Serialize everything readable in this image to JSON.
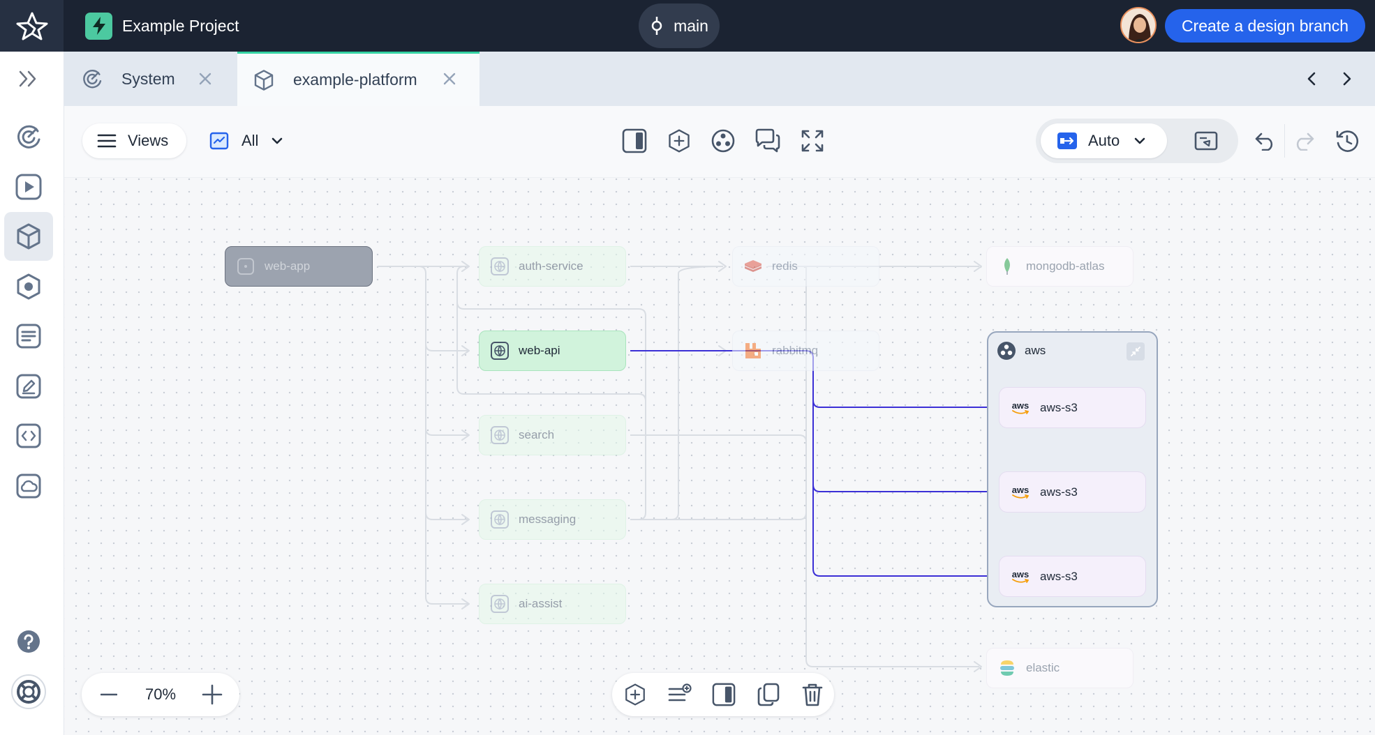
{
  "header": {
    "project_name": "Example Project",
    "branch_name": "main",
    "cta_label": "Create a design branch"
  },
  "sidebar": {
    "items": [
      {
        "icon": "expand-chevrons-icon"
      },
      {
        "icon": "dashboard-gauge-icon"
      },
      {
        "icon": "play-icon"
      },
      {
        "icon": "cube-icon",
        "active": true
      },
      {
        "icon": "hexagon-dot-icon"
      },
      {
        "icon": "document-lines-icon"
      },
      {
        "icon": "pen-square-icon"
      },
      {
        "icon": "code-brackets-icon"
      },
      {
        "icon": "cloud-icon"
      },
      {
        "icon": "help-icon"
      },
      {
        "icon": "lifebuoy-icon"
      }
    ]
  },
  "tabs": [
    {
      "label": "System",
      "icon": "gauge-icon",
      "active": false
    },
    {
      "label": "example-platform",
      "icon": "cube-icon",
      "active": true
    }
  ],
  "toolbar": {
    "views_label": "Views",
    "filter_label": "All",
    "layout_label": "Auto"
  },
  "diagram": {
    "nodes": {
      "web_app": "web-app",
      "auth_service": "auth-service",
      "web_api": "web-api",
      "search": "search",
      "messaging": "messaging",
      "ai_assist": "ai-assist",
      "redis": "redis",
      "rabbitmq": "rabbitmq",
      "mongodb_atlas": "mongodb-atlas",
      "elastic": "elastic"
    },
    "group": {
      "label": "aws",
      "children": [
        "aws-s3",
        "aws-s3",
        "aws-s3"
      ],
      "logo_text": "aws"
    }
  },
  "zoom": {
    "level": "70%"
  },
  "colors": {
    "accent": "#2563eb",
    "edge_highlight": "#3b2fd6",
    "node_green": "#e4f8ea",
    "topbar": "#1b2332"
  }
}
